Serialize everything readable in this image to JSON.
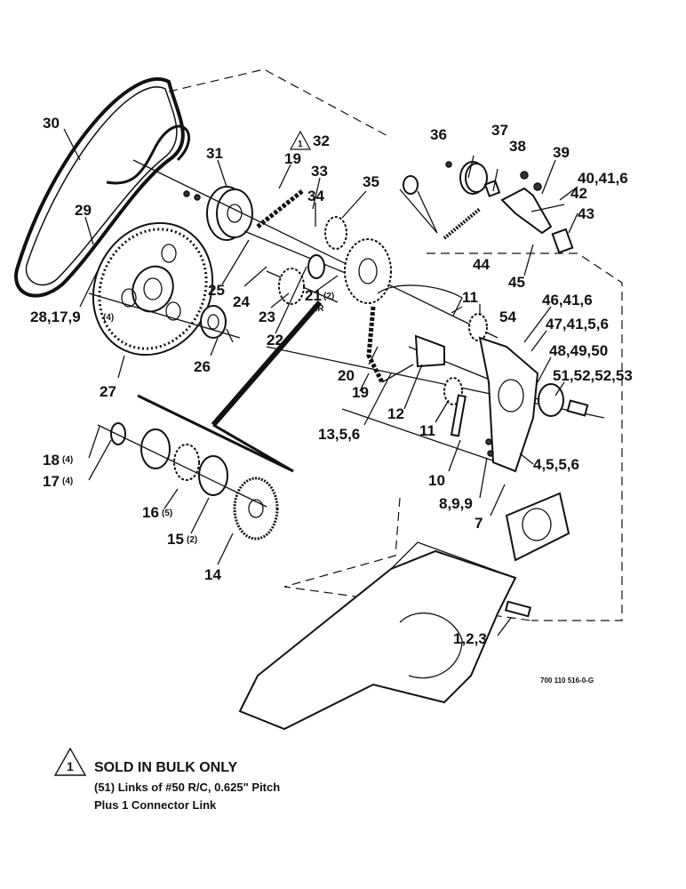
{
  "callouts": {
    "c30": "30",
    "c31": "31",
    "c32": "32",
    "c19a": "19",
    "c33": "33",
    "c35": "35",
    "c34": "34",
    "c29": "29",
    "c25": "25",
    "c24": "24",
    "c23": "23",
    "c21": "21",
    "c21q": "(2)",
    "c21ar": "AR",
    "c22": "22",
    "c28": "28,17,9",
    "c28q": "(4)",
    "c26": "26",
    "c27": "27",
    "c36": "36",
    "c37": "37",
    "c38": "38",
    "c39": "39",
    "c40": "40,41,6",
    "c42": "42",
    "c43": "43",
    "c44": "44",
    "c45": "45",
    "c11a": "11",
    "c54": "54",
    "c46": "46,41,6",
    "c47": "47,41,5,6",
    "c48": "48,49,50",
    "c51": "51,52,52,53",
    "c20": "20",
    "c19b": "19",
    "c12": "12",
    "c13": "13,5,6",
    "c11b": "11",
    "c10": "10",
    "c4": "4,5,5,6",
    "c8": "8,9,9",
    "c7": "7",
    "c18": "18",
    "c18q": "(4)",
    "c17": "17",
    "c17q": "(4)",
    "c16": "16",
    "c16q": "(5)",
    "c15": "15",
    "c15q": "(2)",
    "c14": "14",
    "c1": "1,2,3",
    "figure_code": "700 110 516-0-G",
    "note_marker": "1"
  },
  "note": {
    "marker": "1",
    "title": "SOLD IN BULK ONLY",
    "line1": "(51) Links of #50 R/C, 0.625\" Pitch",
    "line2": "Plus 1 Connector Link"
  }
}
